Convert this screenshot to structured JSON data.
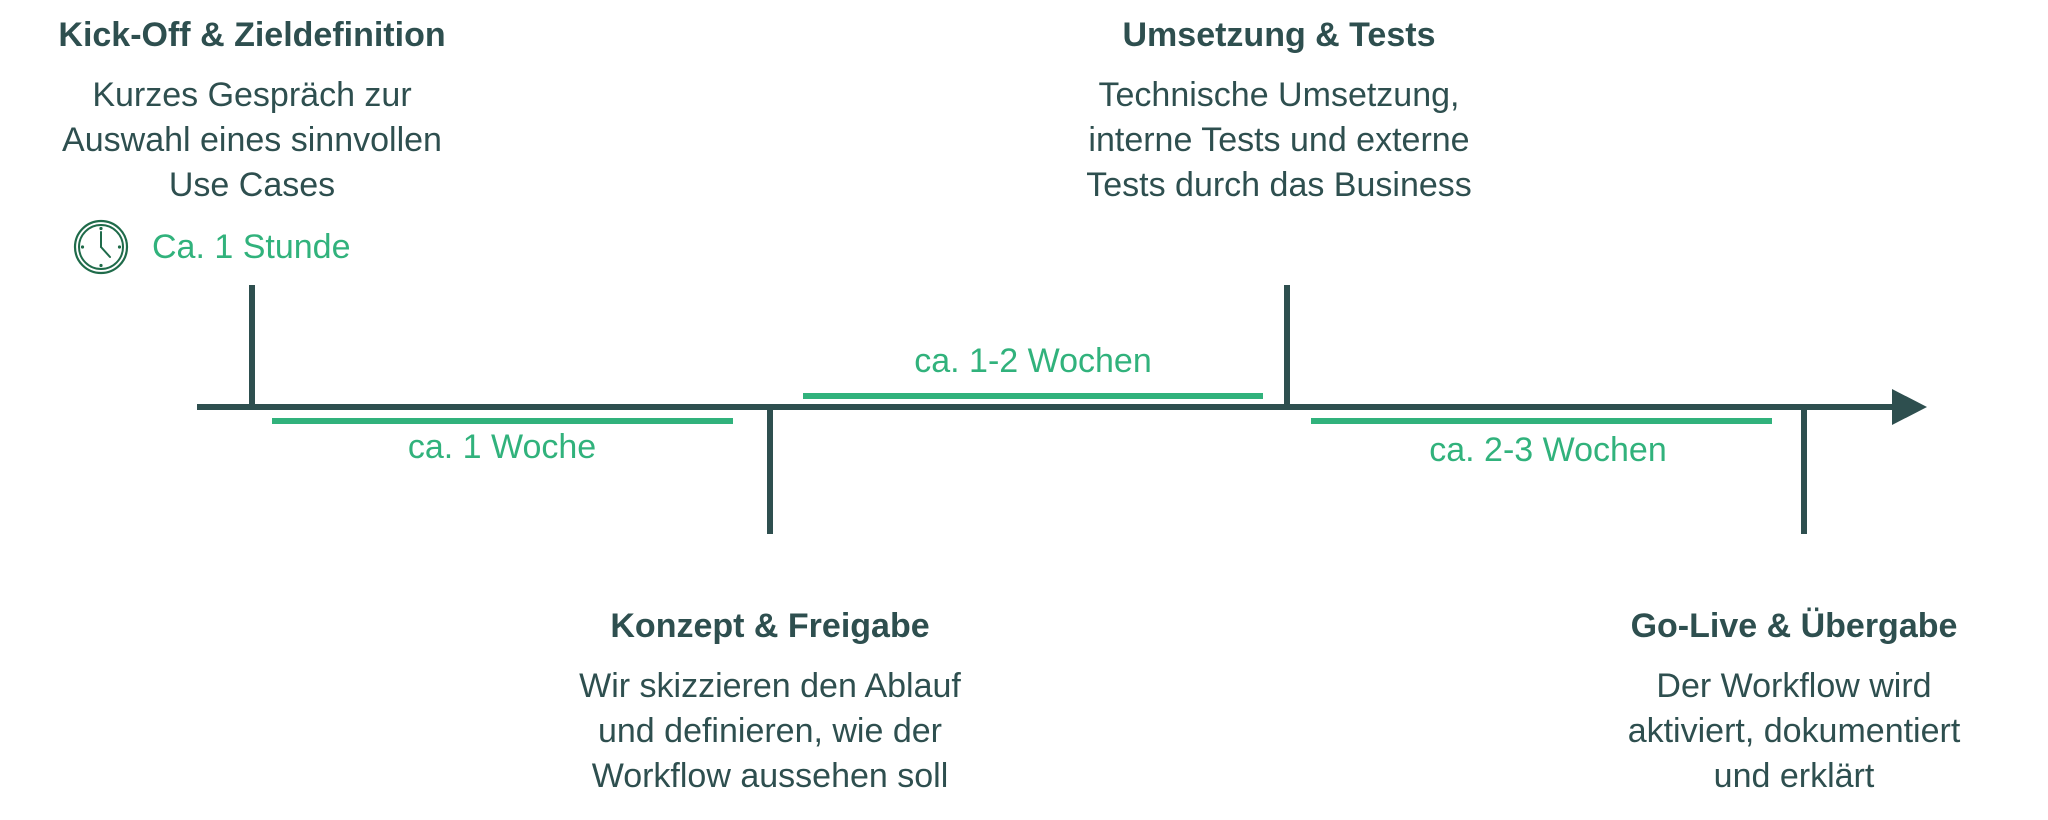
{
  "colors": {
    "axis": "#2e4f4f",
    "text": "#2e4f4f",
    "accent_green": "#31b27c",
    "icon_green": "#1f6b4a",
    "background": "#ffffff"
  },
  "milestones": [
    {
      "title": "Kick-Off & Zieldefinition",
      "body": [
        "Kurzes Gespräch zur",
        "Auswahl eines sinnvollen",
        "Use Cases"
      ],
      "time_icon": "clock-icon",
      "time_label": "Ca. 1 Stunde",
      "position": "above"
    },
    {
      "title": "Konzept & Freigabe",
      "body": [
        "Wir skizzieren den Ablauf",
        "und definieren, wie der",
        "Workflow aussehen soll"
      ],
      "position": "below"
    },
    {
      "title": "Umsetzung & Tests",
      "body": [
        "Technische Umsetzung,",
        "interne Tests und externe",
        "Tests durch das Business"
      ],
      "position": "above"
    },
    {
      "title": "Go-Live & Übergabe",
      "body": [
        "Der Workflow wird",
        "aktiviert, dokumentiert",
        "und erklärt"
      ],
      "position": "below"
    }
  ],
  "durations": [
    {
      "label": "ca. 1 Woche",
      "from": "Kick-Off & Zieldefinition",
      "to": "Konzept & Freigabe",
      "label_position": "below"
    },
    {
      "label": "ca. 1-2 Wochen",
      "from": "Konzept & Freigabe",
      "to": "Umsetzung & Tests",
      "label_position": "above"
    },
    {
      "label": "ca. 2-3 Wochen",
      "from": "Umsetzung & Tests",
      "to": "Go-Live & Übergabe",
      "label_position": "below"
    }
  ]
}
